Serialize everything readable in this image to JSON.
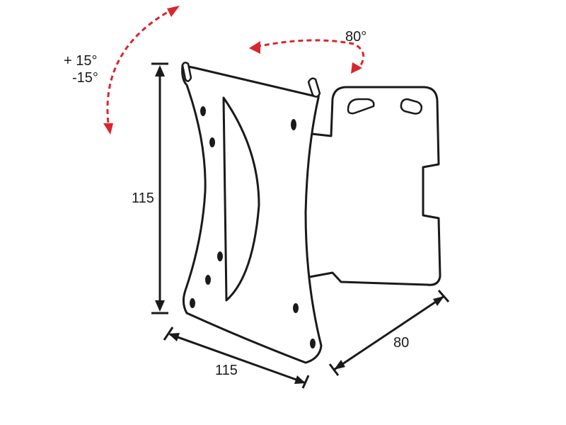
{
  "labels": {
    "tilt_up": "+ 15°",
    "tilt_down": "-15°",
    "swivel": "80°",
    "height": "115",
    "width": "115",
    "depth": "80"
  },
  "colors": {
    "outline": "#1a1a1a",
    "rotation_arrow": "#d8262c",
    "background": "#ffffff"
  }
}
